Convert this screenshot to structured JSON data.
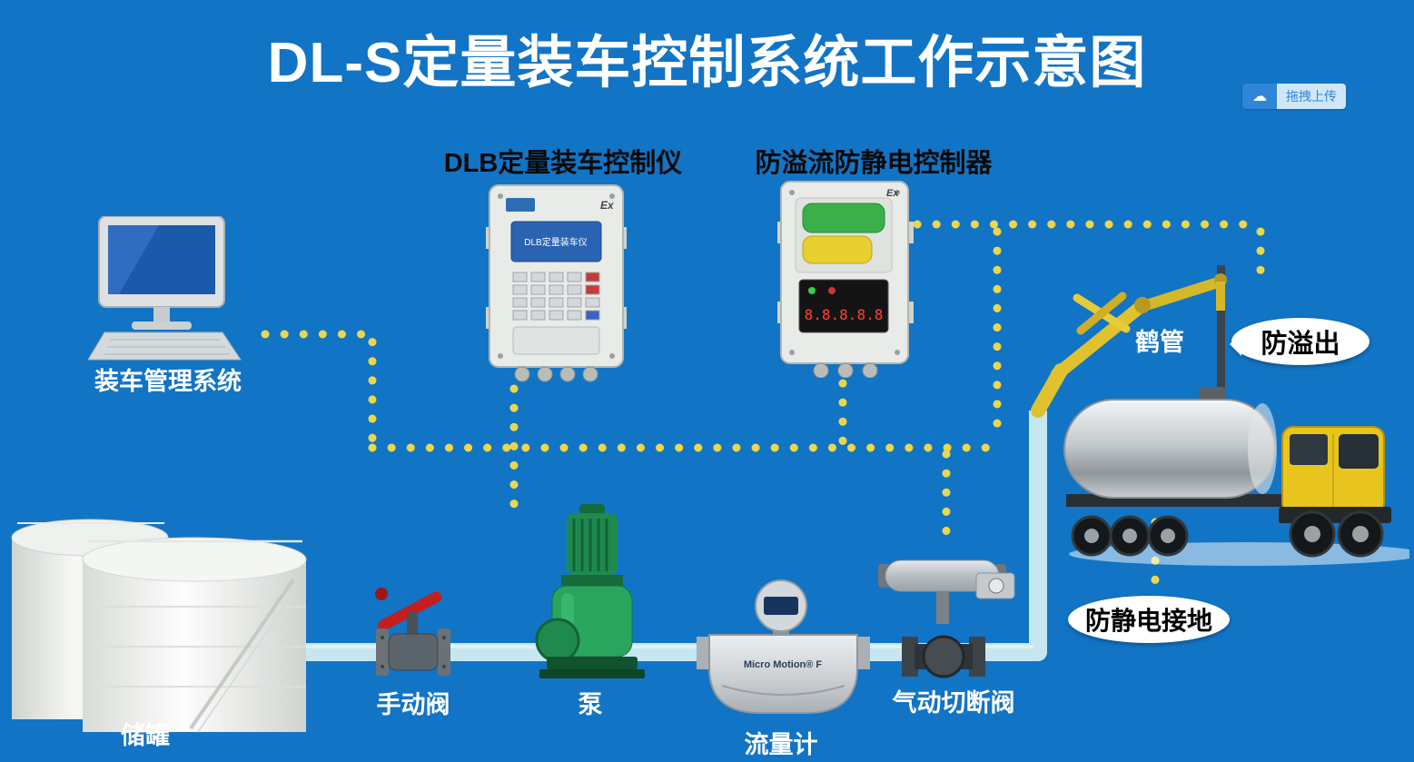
{
  "page": {
    "title": "DL-S定量装车控制系统工作示意图",
    "background_color": "#1274c5"
  },
  "upload_badge": {
    "label": "拖拽上传"
  },
  "labels": {
    "computer": "装车管理系统",
    "dlb_controller": "DLB定量装车控制仪",
    "overflow_controller": "防溢流防静电控制器",
    "loading_arm": "鹤管",
    "overflow_bubble": "防溢出",
    "grounding_bubble": "防静电接地",
    "storage_tank": "储罐",
    "manual_valve": "手动阀",
    "pump": "泵",
    "flow_meter": "流量计",
    "pneumatic_valve": "气动切断阀"
  },
  "devices": {
    "dlb_screen_text": "DLB定量装车仪",
    "ex_mark": "Ex",
    "display_digits": "8.8.8.8.8",
    "flow_meter_brand": "Micro Motion® F"
  },
  "colors": {
    "signal_dot": "#ecd74b",
    "pipe": "#c6e6f2",
    "arm_yellow": "#dfc22e"
  }
}
